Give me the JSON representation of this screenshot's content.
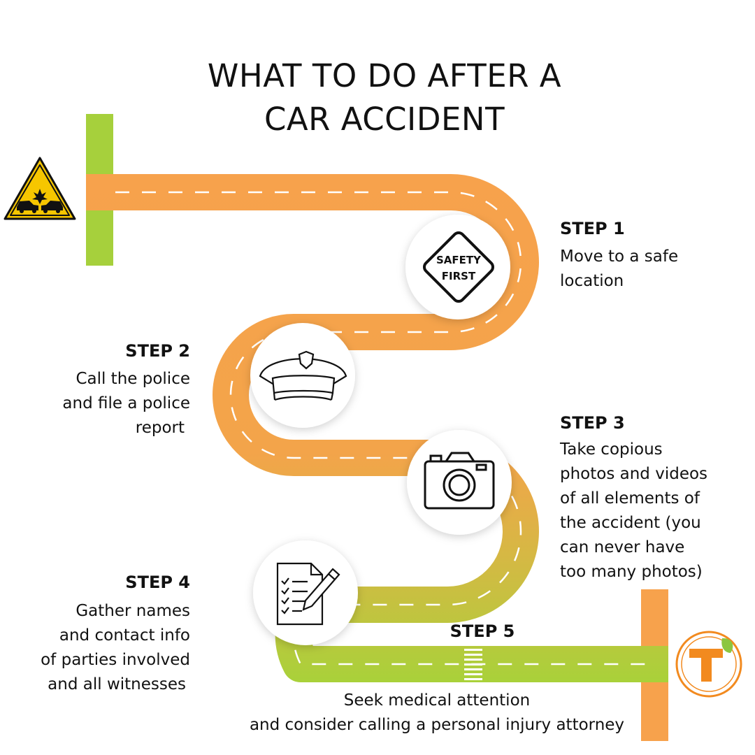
{
  "title": {
    "line1": "WHAT TO DO AFTER A",
    "line2": "CAR ACCIDENT"
  },
  "steps": [
    {
      "label": "STEP 1",
      "lines": [
        "Move to a safe",
        "location"
      ],
      "icon": "safety-first-sign-icon",
      "icon_text": [
        "SAFETY",
        "FIRST"
      ]
    },
    {
      "label": "STEP 2",
      "lines": [
        "Call the police",
        "and file a police",
        "report"
      ],
      "icon": "police-cap-icon"
    },
    {
      "label": "STEP 3",
      "lines": [
        "Take copious",
        "photos and videos",
        "of all elements of",
        "the accident (you",
        "can never have",
        "too many photos)"
      ],
      "icon": "camera-icon"
    },
    {
      "label": "STEP 4",
      "lines": [
        "Gather names",
        "and contact info",
        "of parties involved",
        "and all witnesses"
      ],
      "icon": "checklist-pen-icon"
    },
    {
      "label": "STEP 5",
      "lines": [
        "Seek medical attention",
        "and consider calling a personal injury attorney"
      ],
      "icon": "crosswalk-icon"
    }
  ],
  "icons": {
    "start": "car-crash-warning-icon",
    "brand": "brand-logo-icon",
    "brand_letter": "T"
  },
  "colors": {
    "road_orange": "#f7a24c",
    "road_green": "#a9d13a",
    "post_green": "#a6d03c",
    "post_orange": "#f7a24c",
    "warning_yellow": "#f6c600",
    "text": "#111111"
  }
}
